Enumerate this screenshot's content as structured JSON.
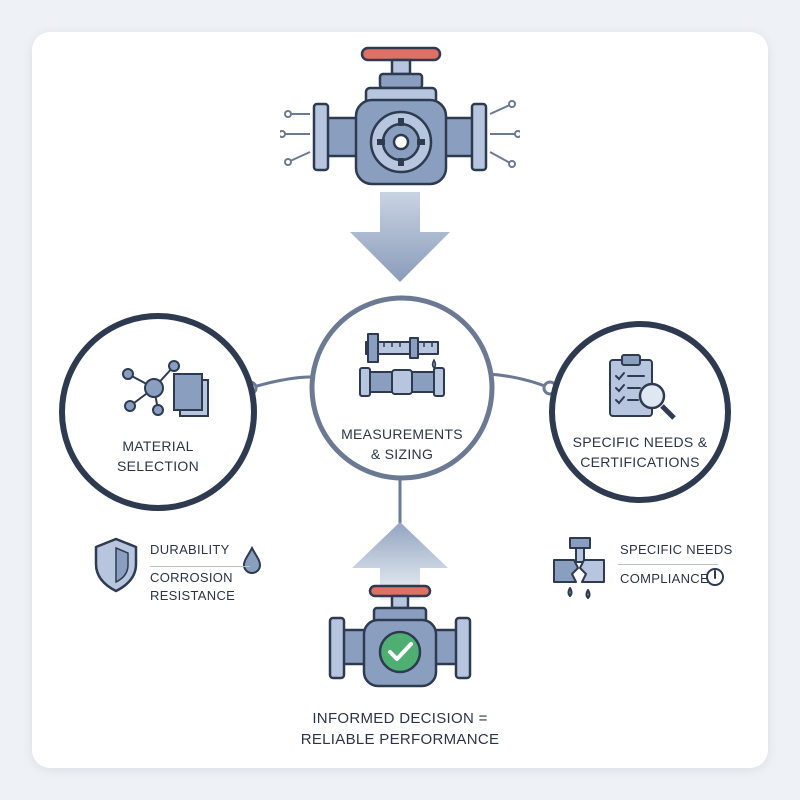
{
  "nodes": {
    "material": {
      "label": "Material\nSelection"
    },
    "measurements": {
      "label": "Measurements\n& Sizing"
    },
    "specific": {
      "label": "Specific Needs &\nCertifications"
    }
  },
  "material_notes": {
    "line1": "Durability",
    "line2": "Corrosion\nResistance"
  },
  "specific_notes": {
    "line1": "Specific Needs",
    "line2": "Compliance"
  },
  "conclusion": {
    "text": "Informed Decision =\nReliable Performance"
  },
  "colors": {
    "outline": "#2e3a4f",
    "ring": "#6b7a92",
    "metal": "#8a9fc0",
    "metal_light": "#b7c6de",
    "handle": "#e07066",
    "check": "#4fae72",
    "arrow": "#8ea0bd"
  }
}
